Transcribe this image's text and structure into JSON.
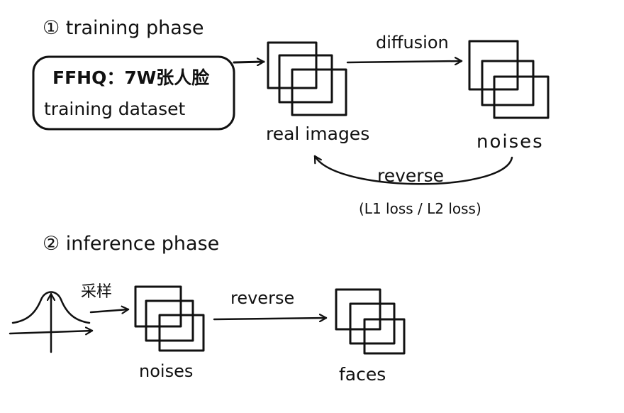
{
  "training": {
    "title": "① training phase",
    "dataset_line1": "FFHQ：7W张人脸",
    "dataset_line2": "training dataset",
    "real_images_label": "real images",
    "diffusion_label": "diffusion",
    "noises_label": "noises",
    "reverse_label": "reverse",
    "loss_label": "(L1 loss / L2 loss)"
  },
  "inference": {
    "title": "② inference phase",
    "sample_label": "采样",
    "noises_label": "noises",
    "reverse_label": "reverse",
    "faces_label": "faces"
  }
}
